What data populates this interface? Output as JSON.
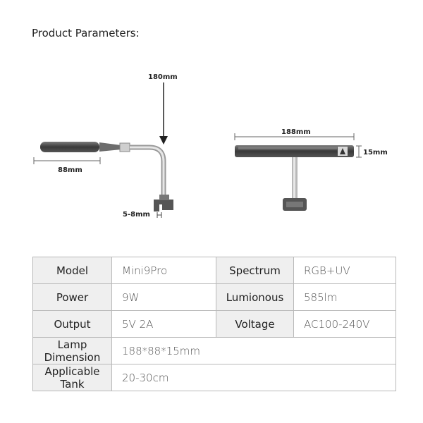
{
  "heading": "Product Parameters:",
  "dimensions": {
    "height": "180mm",
    "width_side": "88mm",
    "clamp": "5-8mm",
    "length": "188mm",
    "thickness": "15mm"
  },
  "table": {
    "model_label": "Model",
    "model_value": "Mini9Pro",
    "spectrum_label": "Spectrum",
    "spectrum_value": "RGB+UV",
    "power_label": "Power",
    "power_value": "9W",
    "luminous_label": "Lumionous",
    "luminous_value": "585lm",
    "output_label": "Output",
    "output_value": "5V 2A",
    "voltage_label": "Voltage",
    "voltage_value": "AC100-240V",
    "lamp_dim_label": "Lamp Dimension",
    "lamp_dim_value": "188*88*15mm",
    "tank_label": "Applicable Tank",
    "tank_value": "20-30cm"
  }
}
